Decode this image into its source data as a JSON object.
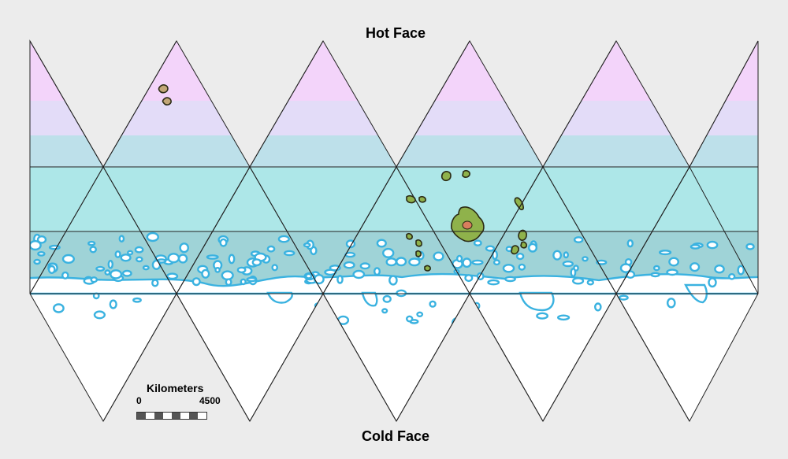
{
  "labels": {
    "top": "Hot Face",
    "bottom": "Cold Face"
  },
  "scale_bar": {
    "title": "Kilometers",
    "min_label": "0",
    "max_label": "4500"
  },
  "colors": {
    "background": "#ececec",
    "band_1": "#f3d4fa",
    "band_2": "#e3dcf8",
    "band_3": "#bde0ea",
    "band_4": "#ade7e8",
    "band_5": "#9fd3d7",
    "cold_white": "#ffffff",
    "ice_outline": "#3ab2e0",
    "land_green": "#8fb24b",
    "land_tan": "#c2a777",
    "land_red": "#d97e5e",
    "grid": "#222222"
  }
}
